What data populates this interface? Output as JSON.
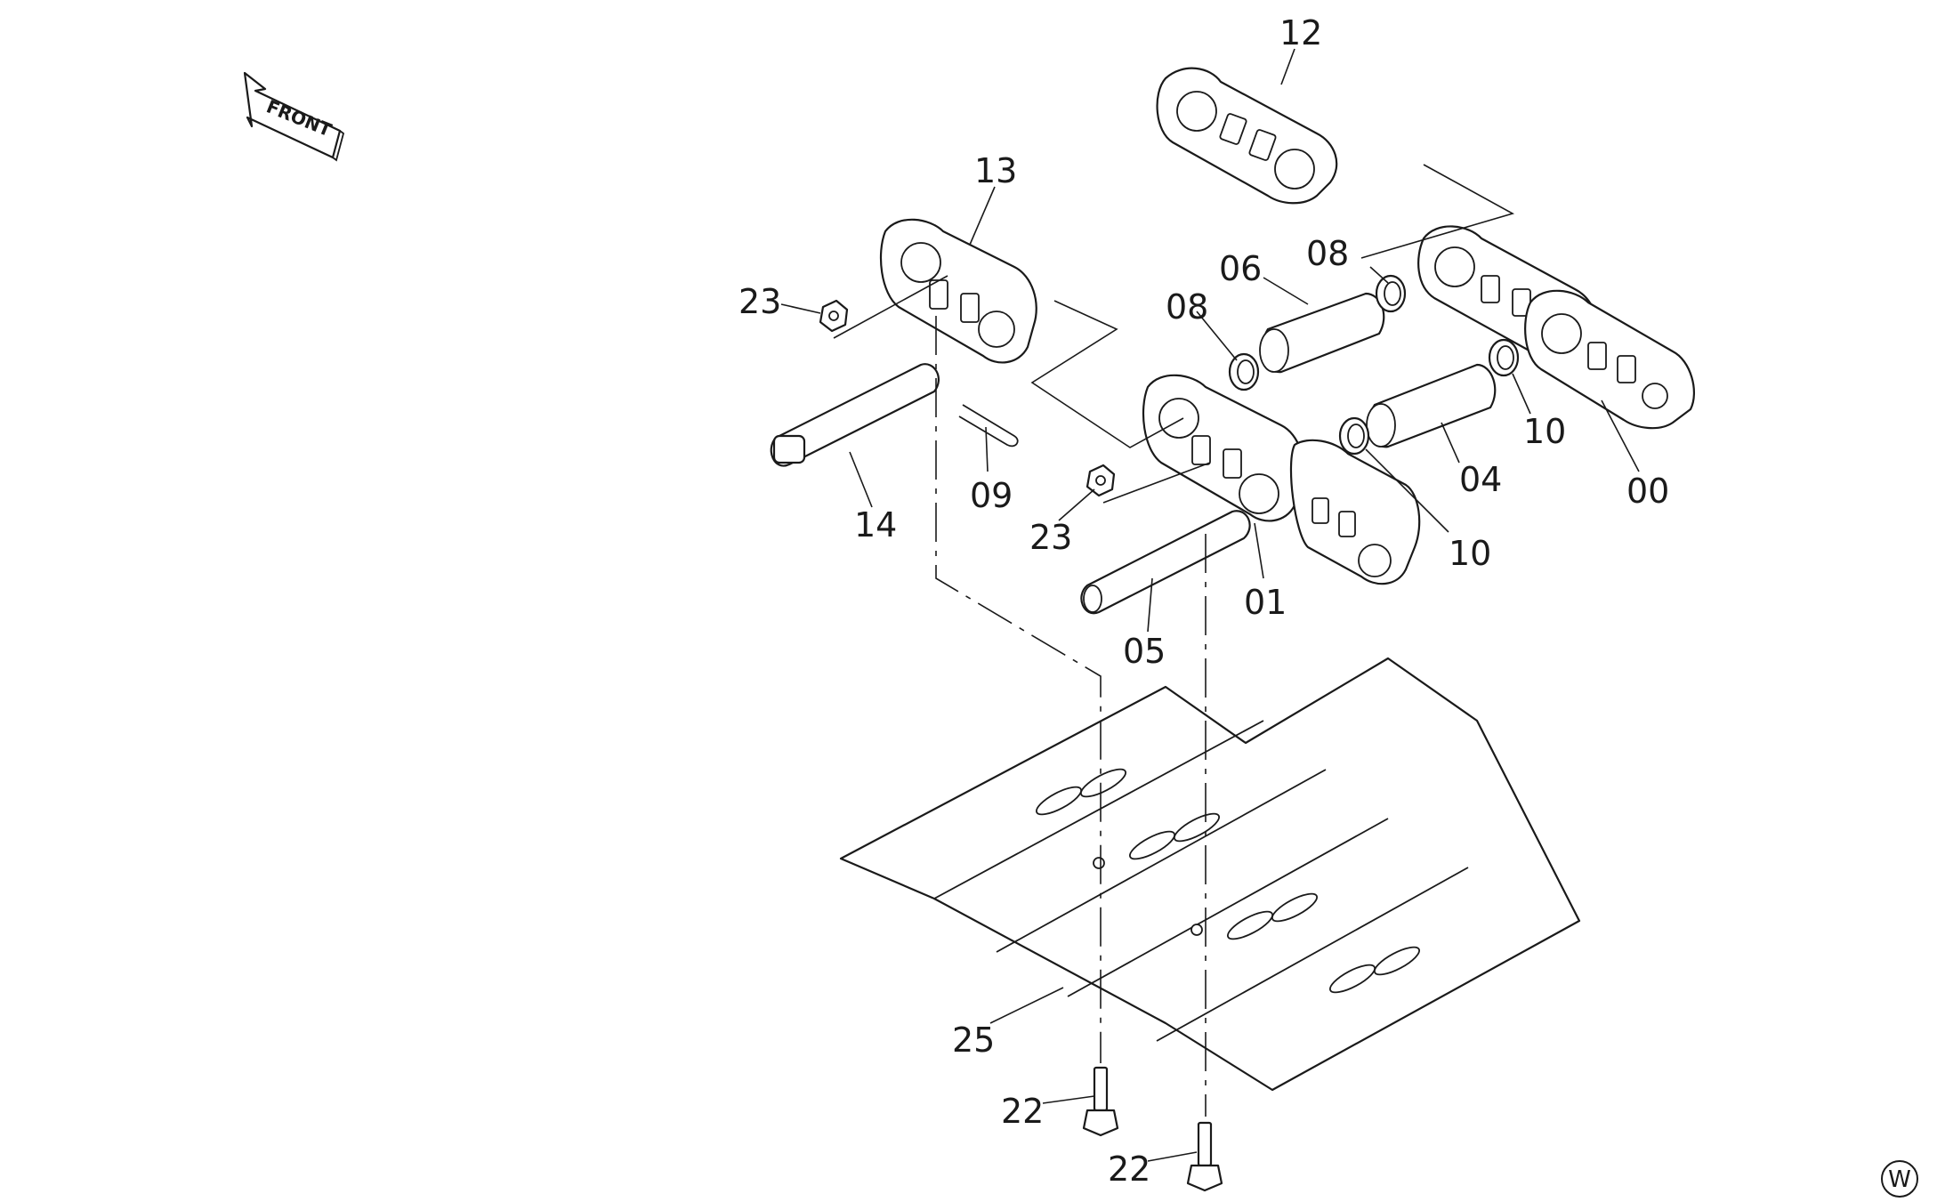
{
  "front_arrow": {
    "label": "FRONT",
    "icon": "front-direction-arrow-icon"
  },
  "callouts": [
    {
      "id": "12",
      "label": "12"
    },
    {
      "id": "13",
      "label": "13"
    },
    {
      "id": "23a",
      "label": "23"
    },
    {
      "id": "06",
      "label": "06"
    },
    {
      "id": "08a",
      "label": "08"
    },
    {
      "id": "08b",
      "label": "08"
    },
    {
      "id": "10a",
      "label": "10"
    },
    {
      "id": "00",
      "label": "00"
    },
    {
      "id": "04",
      "label": "04"
    },
    {
      "id": "10b",
      "label": "10"
    },
    {
      "id": "14",
      "label": "14"
    },
    {
      "id": "09",
      "label": "09"
    },
    {
      "id": "23b",
      "label": "23"
    },
    {
      "id": "01",
      "label": "01"
    },
    {
      "id": "05",
      "label": "05"
    },
    {
      "id": "25",
      "label": "25"
    },
    {
      "id": "22a",
      "label": "22"
    },
    {
      "id": "22b",
      "label": "22"
    }
  ],
  "corner_mark": {
    "label": "W"
  }
}
